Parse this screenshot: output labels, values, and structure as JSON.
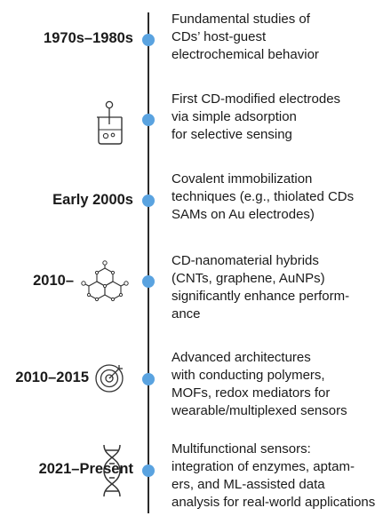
{
  "colors": {
    "axis": "#2b2b2b",
    "dot": "#5aa3e0",
    "text": "#1a1a1a"
  },
  "events": [
    {
      "label": "1970s–1980s",
      "icon": "",
      "lines": [
        "Fundamental studies of",
        "CDs’ host-guest",
        "electrochemical behavior"
      ]
    },
    {
      "label": "",
      "icon": "beaker-icon",
      "lines": [
        "First CD-modified electrodes",
        "via simple adsorption",
        "for selective sensing"
      ]
    },
    {
      "label": "Early 2000s",
      "icon": "",
      "lines": [
        "Covalent immobilization",
        "techniques (e.g., thiolated CDs",
        "SAMs on Au electrodes)"
      ]
    },
    {
      "label": "2010–",
      "icon": "graphene-icon",
      "lines": [
        "CD-nanomaterial hybrids",
        "(CNTs, graphene, AuNPs)",
        "significantly enhance perform-",
        "ance"
      ]
    },
    {
      "label": "2010–2015",
      "icon": "target-icon",
      "lines": [
        "Advanced architectures",
        "with conducting polymers,",
        "MOFs, redox mediators for",
        "wearable/multiplexed sensors"
      ]
    },
    {
      "label": "2021–Present",
      "icon": "dna-icon",
      "lines": [
        "Multifunctional sensors:",
        "integration of enzymes, aptam-",
        "ers, and ML-assisted data",
        "analysis for real-world applications"
      ]
    }
  ]
}
